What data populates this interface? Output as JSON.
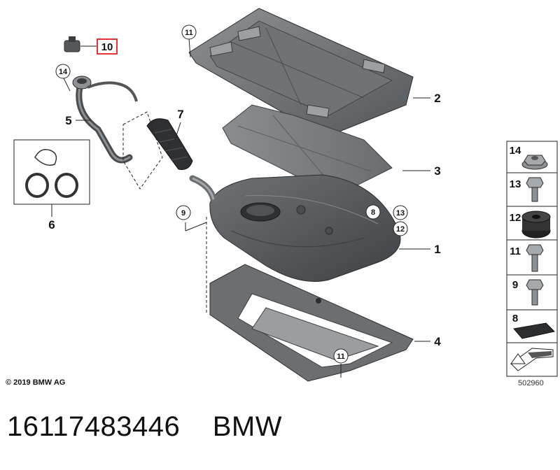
{
  "callouts": {
    "c1": "1",
    "c2": "2",
    "c3": "3",
    "c4": "4",
    "c5": "5",
    "c6": "6",
    "c7": "7",
    "c8": "8",
    "c9": "9",
    "c10": "10",
    "c11a": "11",
    "c11b": "11",
    "c12": "12",
    "c13": "13",
    "c14": "14"
  },
  "legend": {
    "items": [
      {
        "label": "14",
        "icon": "flange-nut-icon"
      },
      {
        "label": "13",
        "icon": "hex-bolt-icon"
      },
      {
        "label": "12",
        "icon": "rubber-grommet-icon"
      },
      {
        "label": "11",
        "icon": "hex-bolt-icon"
      },
      {
        "label": "9",
        "icon": "hex-bolt-icon"
      },
      {
        "label": "8",
        "icon": "foam-pad-icon"
      },
      {
        "label": "",
        "icon": "arrow-sign-icon"
      }
    ]
  },
  "footer": {
    "copyright": "© 2019 BMW AG",
    "diagram_id": "502960",
    "part_title": "16117483446    BMW"
  },
  "colors": {
    "highlight_box": "#e5333a",
    "part_gray": "#6b6f72",
    "line": "#222222"
  }
}
